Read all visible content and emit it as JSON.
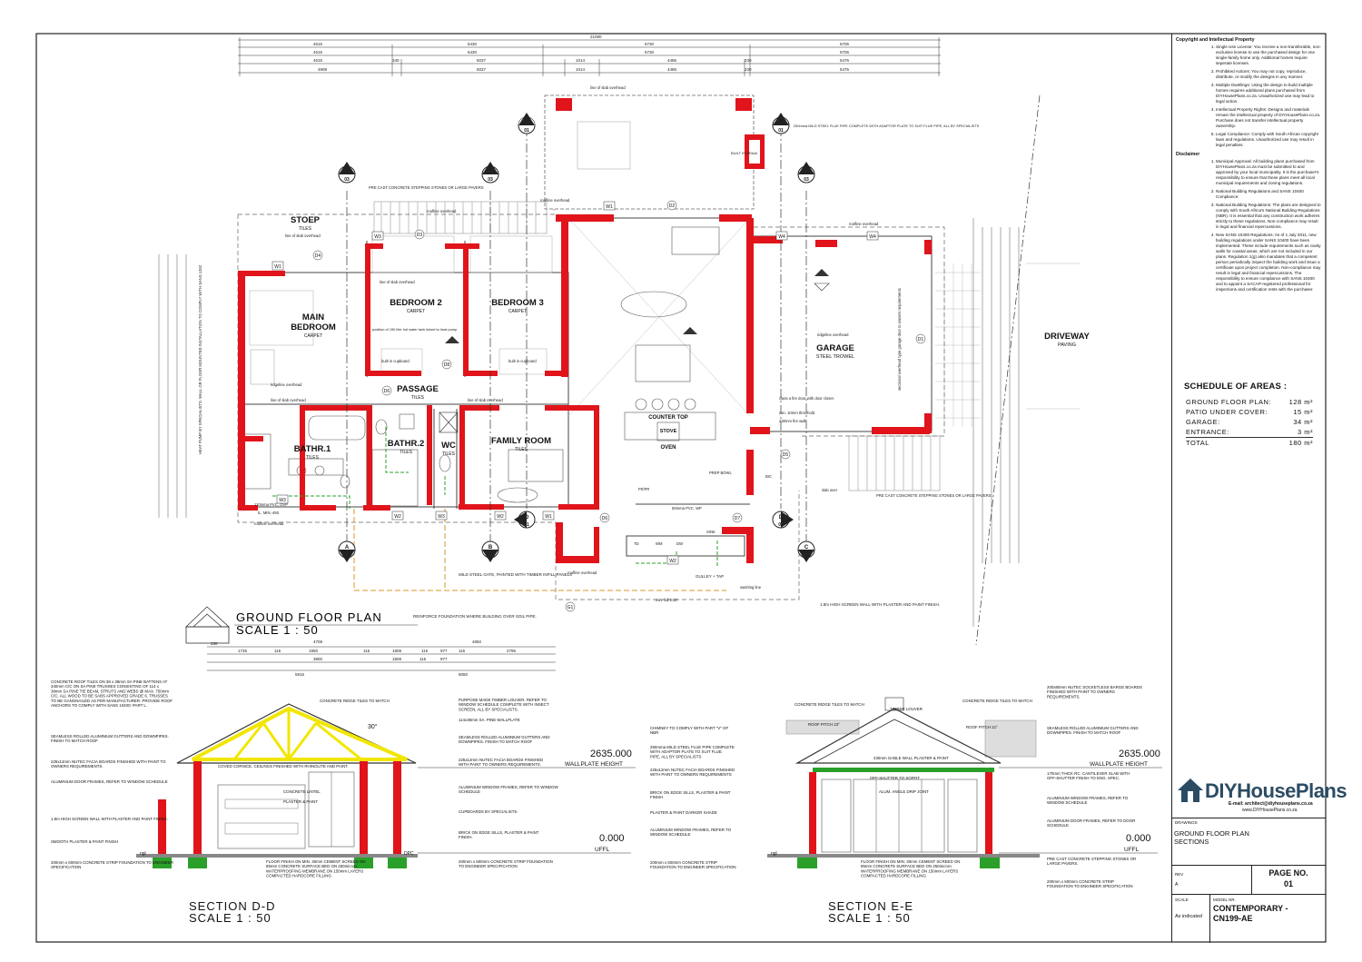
{
  "plan_title": "GROUND FLOOR PLAN",
  "plan_scale": "SCALE  1 : 50",
  "section_dd_title": "SECTION D-D",
  "section_dd_scale": "SCALE  1 : 50",
  "section_ee_title": "SECTION E-E",
  "section_ee_scale": "SCALE  1 : 50",
  "rooms": {
    "stoep": "STOEP",
    "stoep_f": "TILES",
    "main": "MAIN",
    "main2": "BEDROOM",
    "main_f": "CARPET",
    "bed2": "BEDROOM 2",
    "bed2_f": "CARPET",
    "bed3": "BEDROOM 3",
    "bed3_f": "CARPET",
    "passage": "PASSAGE",
    "passage_f": "TILES",
    "bath1": "BATHR.1",
    "bath1_f": "TILES",
    "bath2": "BATHR.2",
    "bath2_f": "TILES",
    "wc": "WC",
    "wc_f": "TILES",
    "family": "FAMILY ROOM",
    "family_f": "TILES",
    "garage": "GARAGE",
    "garage_f": "STEEL TROWEL",
    "driveway": "DRIVEWAY",
    "driveway_f": "PAVING",
    "counter": "COUNTER TOP",
    "stove": "STOVE",
    "oven": "OVEN"
  },
  "dims_top": {
    "total": "21080",
    "row1": [
      "4515",
      "5430",
      "5730",
      "5705"
    ],
    "row3": [
      "4515",
      "340",
      "5037",
      "1014",
      "4486",
      "230",
      "5475"
    ],
    "row4": [
      "4908",
      "5037",
      "1014",
      "4486",
      "230",
      "5475"
    ]
  },
  "dims_dd": {
    "row1": [
      "230",
      "1735",
      "115",
      "1950",
      "115",
      "1808",
      "115",
      "977",
      "115",
      "2795"
    ],
    "row2": [
      "4708",
      "4892"
    ],
    "row3": [
      "3800",
      "1808",
      "115",
      "977"
    ],
    "row4": [
      "5915",
      "6050"
    ]
  },
  "tags": [
    "W1",
    "W1",
    "W1",
    "W2",
    "W2",
    "W2",
    "W3",
    "W3",
    "W3",
    "W4",
    "W4",
    "D1",
    "D2",
    "D3",
    "D4",
    "D5",
    "D6",
    "D6",
    "D7",
    "D8",
    "G1"
  ],
  "section_markers": [
    {
      "t": "E",
      "n": "01"
    },
    {
      "t": "E",
      "n": "01"
    },
    {
      "t": "A",
      "n": "03"
    },
    {
      "t": "B",
      "n": "03"
    },
    {
      "t": "C",
      "n": "03"
    },
    {
      "t": "A",
      "n": "03"
    },
    {
      "t": "B",
      "n": "03"
    },
    {
      "t": "C",
      "n": "03"
    },
    {
      "t": "D",
      "n": "01"
    },
    {
      "t": "D",
      "n": "01"
    }
  ],
  "plan_notes": {
    "slab_overhead": "line of slab overhead",
    "roofline": "roofline overhead",
    "ridgeline": "ridgeline overhead",
    "stepping": "PRE CAST CONCRETE STEPPING STONES OR LARGE PAVERS",
    "flue": "250mma MILD STEEL FLUE PIPE COMPLETE WITH ADAPTOR PLATE TO SUIT FLUE PIPE, ALL BY SPECIALISTS",
    "heatpump": "HEAT PUMP BY SPECIALISTS. WALL OR FLOOR MOUNTED INSTALLATION TO COMPLY WITH SANS 1352",
    "geyser": "position of 150 liter hot water tank linked to heat pump",
    "firedoor": "class a fire door with door closer.",
    "threshold": "min. 10mm threshold",
    "firewall": "230mm fire wall",
    "gate": "MILD STEEL GATE, PAINTED WITH TIMBER INFILL PANELS",
    "reinforce": "REINFORCE FOUNDATION WHERE BUILDING OVER SOIL PIPE.",
    "screenwall": "1.8m HIGH SCREEN WALL WITH PLASTER AND PAINT FINISH.",
    "gully": "GULLEY + TAP",
    "washing": "washing line",
    "pvc": "50mma PVC. WP",
    "pvc110": "110mma PVC, OVP",
    "garagedoor": "sectional overhead type garage door to owners requirements",
    "braai": "BUILT IN BRAAI",
    "slabover": "slab over",
    "mindfall": "min. fall 1:60",
    "bic": "built in cupboard",
    "eml": "IL. MIN.-450",
    "sink": "SINK",
    "prep": "PREP BOWL",
    "frfr": "FR/FR",
    "td": "TD",
    "wm": "WM",
    "dw": "DW",
    "bic2": "BIC"
  },
  "section_notes": {
    "dd_left": [
      "CONCRETE ROOF TILES ON 38 x 38mm SA PINE BATTENS AT 340mm C/C ON SA PINE TRUSSES CONSISTING OF 114 x 38mm SA PINE TIE BEAM, STRUTS AND WEBS @ MAX. 750mm C/C. ALL WOOD TO BE SABS APPROVED GRADE 6. TRUSSES TO BE GANGNAILED AS PER MANUFACTURER. PROVIDE ROOF ANCHORS TO COMPLY WITH SANS 10400: PART L.",
      "SEAMLESS ROLLED ALUMINIUM GUTTERS AND DOWNPIPES. FINISH TO MATCH ROOF",
      "225x12mm NUTEC FACIA BOARDS FINISHED WITH PAINT TO OWNERS REQUIREMENTS.",
      "ALUMINIUM DOOR FRAMES, REFER TO WINDOW SCHEDULE",
      "1.8m HIGH SCREEN WALL WITH PLASTER AND PAINT FINISH.",
      "SMOOTH PLASTER & PAINT FINISH",
      "200mm x 600mm CONCRETE STRIP FOUNDATION TO ENGINEER SPECIFICATION"
    ],
    "dd_right": [
      "PURPOSE MADE TIMBER LOUVER, REFER TO WINDOW SCHEDULE COMPLETE WITH INSECT SCREEN, ALL BY SPECIALISTS.",
      "114x38mm SA. PINE WALLPLATE",
      "SEAMLESS ROLLED ALUMINIUM GUTTERS AND DOWNPIPES. FINISH TO MATCH ROOF",
      "225x12mm NUTEC FACIA BOARDS FINISHED WITH PAINT TO OWNERS REQUIREMENTS.",
      "ALUMINIUM WINDOW FRAMES, REFER TO WINDOW SCHEDULE",
      "CUPBOARDS BY SPECIALISTS.",
      "BRICK ON EDGE SILLS, PLASTER & PAINT FINISH.",
      "200mm x 600mm CONCRETE STRIP FOUNDATION TO ENGINEER SPECIFICATION"
    ],
    "dd_inner": [
      "CONCRETE RIDGE TILES TO MATCH",
      "COVED CORNICE. CEILINGS FINISHED WITH RHINOLITE AND PAINT.",
      "CONCRETE LINTEL",
      "PLASTER & PAINT",
      "FLOOR FINISH ON MIN. 30mm CEMENT SCREED ON 85mm CONCRETE SURFACE BED ON 250micron WATERPROOFING MEMBRANE ON 150mm LAYERS COMPACTED HARDCORE FILLING"
    ],
    "ee_left": [
      "CHIMNEY TO COMPLY WITH PART \"V\" OF NBR",
      "250mma MILD STEEL FLUE PIPE COMPLETE WITH ADAPTOR PLATE TO SUIT FLUE PIPE, ALL BY SPECIALISTS",
      "225x12mm NUTEC FACIA BOARDS FINISHED WITH PAINT TO OWNERS REQUIREMENTS",
      "BRICK ON EDGE SILLS, PLASTER & PAINT FINISH",
      "PLASTER & PAINT DARKER SHADE",
      "ALUMINIUM WINDOW FRAMES, REFER TO WINDOW SCHEDULE",
      "200mm x 600mm CONCRETE STRIP FOUNDATION TO ENGINEER SPECIFICATION"
    ],
    "ee_right": [
      "200x80mm NUTEC SOCKETLESS BARGE BOARDS FINISHED WITH PAINT TO OWNERS REQUIREMENTS.",
      "SEAMLESS ROLLED ALUMINIUM GUTTERS AND DOWNPIPES. FINISH TO MATCH ROOF",
      "170mm THICK RC. CANTILEVER SLAB WITH OFF-SHUTTER FINISH TO ENG. SPEC.",
      "ALUMINIUM WINDOW FRAMES, REFER TO WINDOW SCHEDULE",
      "ALUMINIUM DOOR FRAMES, REFER TO DOOR SCHEDULE",
      "PRE CAST CONCRETE STEPPING STONES OR LARGE PAVERS.",
      "200mm x 600mm CONCRETE STRIP FOUNDATION TO ENGINEER SPECIFICATION"
    ],
    "ee_inner": [
      "TIMBER LOUVER",
      "CONCRETE RIDGE TILES TO MATCH",
      "CONCRETE RIDGE TILES TO MATCH",
      "ROOF PITCH 23°",
      "ROOF PITCH 21°",
      "230mm GABLE WALL PLASTER & PAINT",
      "OFF-SHUTTER TO SOFFIT",
      "ALUM. ANGLE DRIP JOINT",
      "FLOOR FINISH ON MIN. 30mm CEMENT SCREED ON 85mm CONCRETE SURFACE BED ON 250micron WATERPROOFING MEMBRANE ON 150mm LAYERS COMPACTED HARDCORE FILLING"
    ],
    "level_wp": "2635.000",
    "level_wp_label": "WALLPLATE HEIGHT",
    "level_ffl": "0.000",
    "level_ffl_label": "UFFL",
    "ngl": "ngl",
    "dpc": "DPC",
    "pitch": "30°"
  },
  "panel": {
    "copyright_title": "Copyright and Intellectual Property",
    "copyright": [
      "Single Use License: You receive a non-transferable, non-exclusive license to use the purchased design for one single-family home only. Additional homes require seperate licenses.",
      "Prohibited Actions: You may not copy, reproduce, distribute, or modify the designs in any manner.",
      "Multiple Dwellings: Using the design to build multiple homes requires additional plans purchased from DIYHousePlans.co.za. Unauthorized use may lead to legal action.",
      "Intellectual Property Rights: Designs and materials remain the intellectual property of DIYHousePlans.co.za. Purchase does not transfer intellectual property ownership.",
      "Legal Compliance: Comply with South African copyright laws and regulations. Unauthorized use may result in legal penalties."
    ],
    "disclaimer_title": "Disclaimer",
    "disclaimer": [
      "Municipal Approval: All building plans purchased from DIYHousePlans.co.za must be submitted to and approved by your local municipality. It is the purchaser's responsibility to ensure that these plans meet all local municipal requirements and zoning regulations.",
      "National Building Regulations and SANS 10400 Compliance:",
      "National Building Regulations: The plans are designed to comply with South Africa's National Building Regulations (NBR). It is essential that any construction work adheres strictly to these regulations. Non-compliance may result in legal and financial repercussions.",
      "New SANS 10400 Regulations: As of 1 July 2011, new building regulations under SANS 10400 have been implemented. These include requirements such as cavity walls for coastal areas, which are not included in our plans. Regulation 1(g) also mandates that a competent person periodically inspect the building work and issue a certificate upon project completion. Non-compliance may result in legal and financial repercussions. The responsibility to ensure compliance with SANS 10400 and to appoint a SACAP-registered professional for inspections and certification rests with the purchaser."
    ]
  },
  "schedule": {
    "title": "SCHEDULE OF AREAS :",
    "rows": [
      {
        "label": "GROUND FLOOR PLAN:",
        "value": "128 m²"
      },
      {
        "label": "PATIO UNDER COVER:",
        "value": "15 m²"
      },
      {
        "label": "GARAGE:",
        "value": "34 m²"
      },
      {
        "label": "ENTRANCE:",
        "value": "3 m²"
      },
      {
        "label": "TOTAL",
        "value": "180 m²"
      }
    ]
  },
  "logo": {
    "brand": "DIYHousePlans",
    "email": "E-mail: architect@diyhouseplans.co.za",
    "web": "www.DIYHousePlans.co.za"
  },
  "titleblock": {
    "drawings_label": "DRAWINGS",
    "drawings_value1": "GROUND FLOOR PLAN",
    "drawings_value2": "SECTIONS",
    "rev_label": "REV",
    "rev_value": "A",
    "page_label": "PAGE NO.",
    "page_value": "01",
    "scale_label": "SCALE",
    "scale_value": "As indicated",
    "model_label": "MODEL NR.",
    "model_value1": "CONTEMPORARY -",
    "model_value2": "CN199-AE"
  },
  "colors": {
    "wall": "#e0141a",
    "line": "#333333",
    "roof_yellow": "#f2e600",
    "slab_green": "#2aa02a",
    "brand": "#2b4c63"
  }
}
